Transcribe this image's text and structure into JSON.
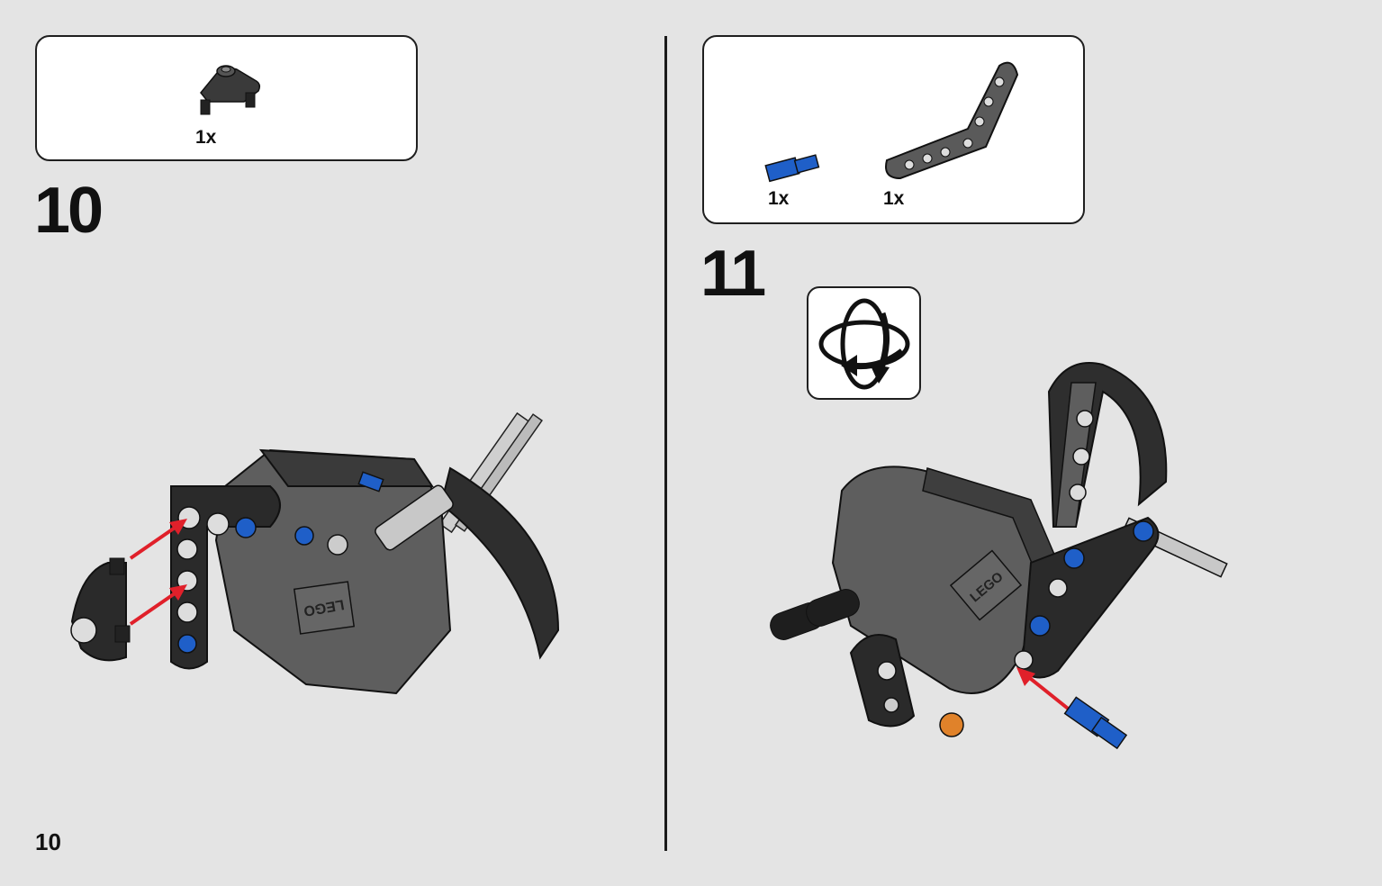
{
  "page_number": "10",
  "steps": [
    {
      "number": "10",
      "parts": [
        {
          "quantity": "1x",
          "icon": "liftarm-2-pin-icon",
          "color": "#2a2a2a"
        }
      ]
    },
    {
      "number": "11",
      "parts": [
        {
          "quantity": "1x",
          "icon": "blue-axle-pin-icon",
          "color": "#1f5fc8"
        },
        {
          "quantity": "1x",
          "icon": "bent-liftarm-icon",
          "color": "#5a5a5a"
        }
      ],
      "rotate_icon": "rotate-model-icon"
    }
  ],
  "colors": {
    "background": "#e4e4e4",
    "arrow": "#e0202a",
    "part_blue": "#1f5fc8",
    "dark_gray": "#2a2a2a",
    "mid_gray": "#5e5e5e",
    "light_gray": "#bcbcbc",
    "orange": "#e0822a"
  }
}
